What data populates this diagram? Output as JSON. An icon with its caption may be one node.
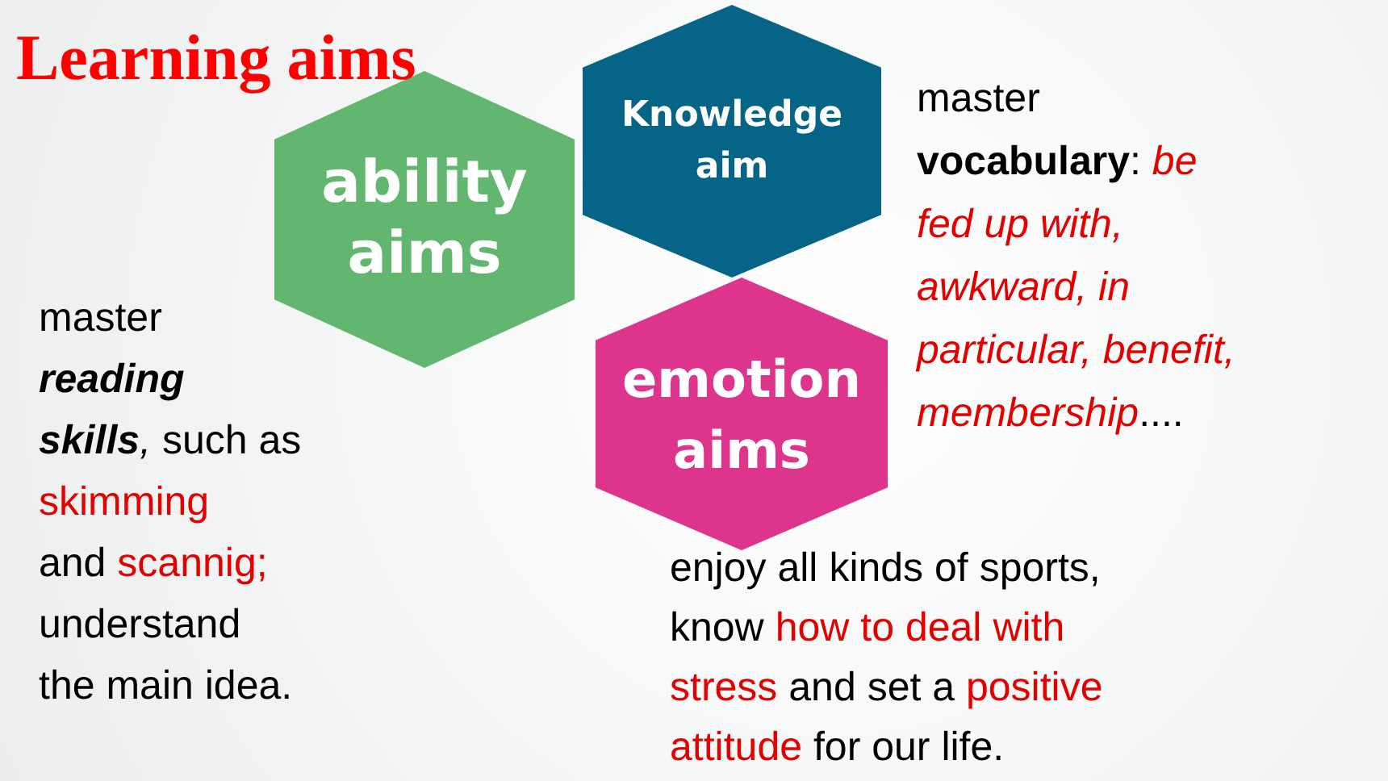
{
  "diagram": {
    "title": "Learning aims",
    "nodes": [
      {
        "text": [
          "Knowledge aim"
        ],
        "beside": [
          "master **vocabulary**: *be* *fed* *up* *with,* *awkward,* *in* *particular,* *benefit,* *membership*...."
        ]
      },
      {
        "text": [
          "ability aims"
        ],
        "beside": [
          "master **reading** **skills**, such as skimming and scannig; understand the main idea."
        ]
      },
      {
        "text": [
          "emotion aims"
        ],
        "beside": [
          "enjoy all kinds of sports, know how to deal with stress and set a positive attitude for our life."
        ]
      }
    ],
    "edges": []
  }
}
